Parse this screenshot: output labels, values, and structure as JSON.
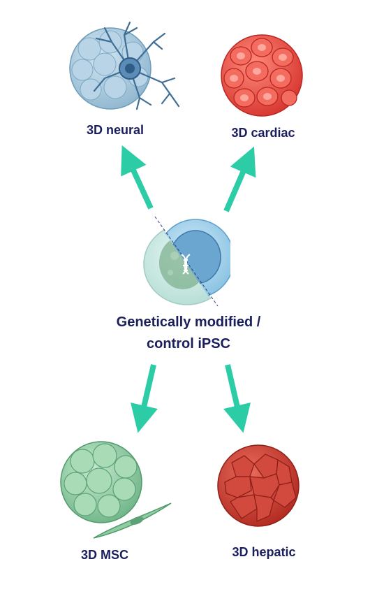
{
  "center": {
    "line1": "Genetically modified /",
    "line2": "control iPSC"
  },
  "targets": {
    "neural": "3D neural",
    "cardiac": "3D cardiac",
    "msc": "3D MSC",
    "hepatic": "3D hepatic"
  },
  "colors": {
    "arrow": "#2ccda6",
    "label_text": "#1a1f5c",
    "neural_cell": "#a9c8dc",
    "cardiac_cell": "#f2574f",
    "msc_cell": "#8fcca2",
    "hepatic_cell": "#cf4236"
  }
}
